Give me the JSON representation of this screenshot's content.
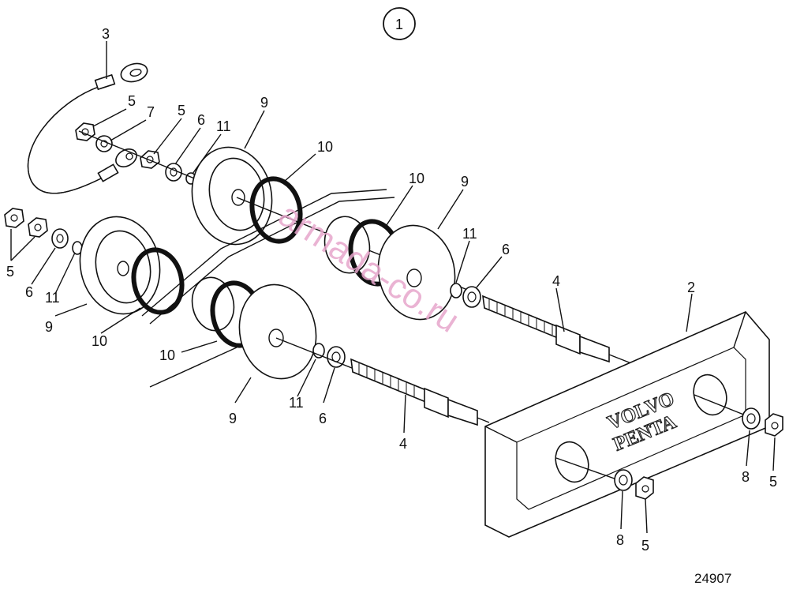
{
  "figure_number": "1",
  "reference_code": "24907",
  "watermark": "armada-co.ru",
  "brand": {
    "line1": "VOLVO",
    "line2": "PENTA"
  },
  "callouts": [
    "1",
    "2",
    "3",
    "4",
    "5",
    "6",
    "7",
    "8",
    "9",
    "10",
    "11"
  ],
  "labels": {
    "l3": "3",
    "l5a": "5",
    "l7": "7",
    "l5b": "5",
    "l6a": "6",
    "l11a": "11",
    "l9a": "9",
    "l10a": "10",
    "l10b": "10",
    "l9b": "9",
    "l11b": "11",
    "l6b": "6",
    "l4a": "4",
    "l2": "2",
    "l5c": "5",
    "l6c": "6",
    "l11c": "11",
    "l9c": "9",
    "l10c": "10",
    "l10d": "10",
    "l9d": "9",
    "l11d": "11",
    "l6d": "6",
    "l4b": "4",
    "l8a": "8",
    "l5d": "5",
    "l8b": "8",
    "l5e": "5"
  }
}
